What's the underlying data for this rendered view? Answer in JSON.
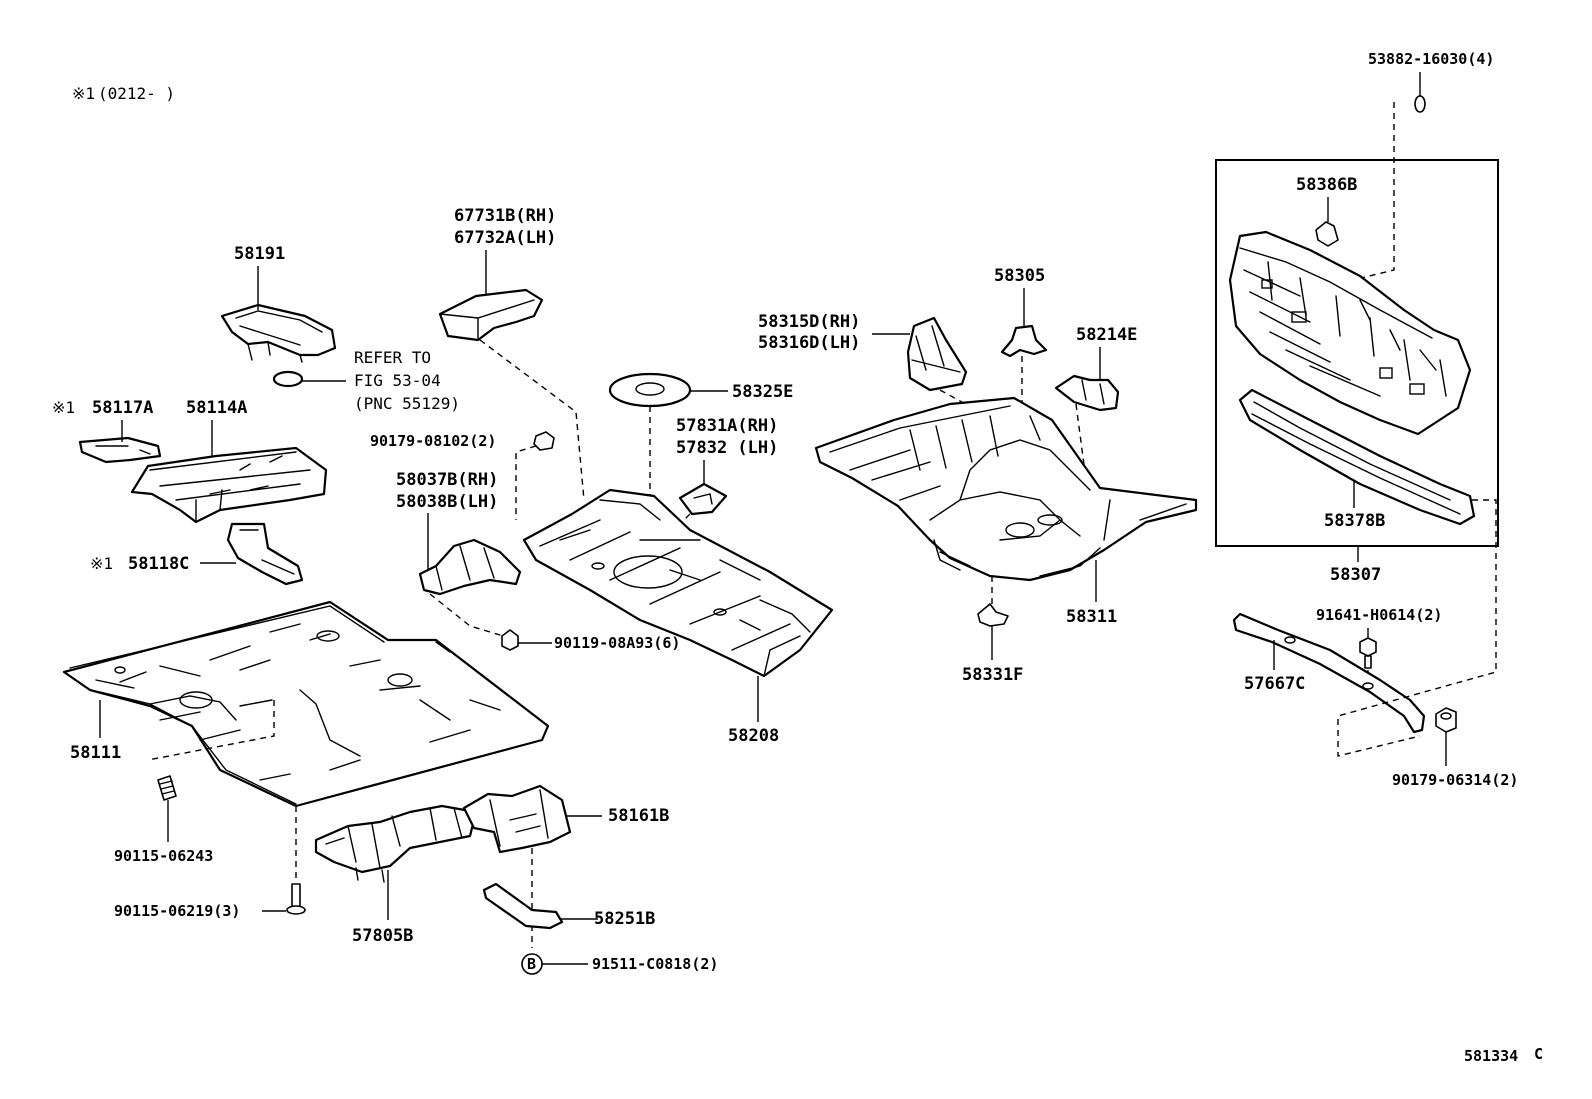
{
  "note": {
    "mark": "※1",
    "text": "(0212-    )"
  },
  "labels": {
    "p58191": "58191",
    "refer_line1": "REFER TO",
    "refer_line2": "FIG 53-04",
    "refer_line3": "(PNC 55129)",
    "p58117A": "58117A",
    "p58114A": "58114A",
    "p58118C": "58118C",
    "mark": "※1",
    "p58111": "58111",
    "p90115_06243": "90115-06243",
    "p90115_06219": "90115-06219(3)",
    "p57805B": "57805B",
    "p58161B": "58161B",
    "p58251B": "58251B",
    "p91511": "91511-C0818(2)",
    "b_circle": "B",
    "p67731B": "67731B(RH)",
    "p67732A": "67732A(LH)",
    "p90179_08102": "90179-08102(2)",
    "p58037B": "58037B(RH)",
    "p58038B": "58038B(LH)",
    "p90119": "90119-08A93(6)",
    "p58325E": "58325E",
    "p57831A": "57831A(RH)",
    "p57832": "57832  (LH)",
    "p58208": "58208",
    "p58315D": "58315D(RH)",
    "p58316D": "58316D(LH)",
    "p58305": "58305",
    "p58214E": "58214E",
    "p58311": "58311",
    "p58331F": "58331F",
    "p53882": "53882-16030(4)",
    "p58386B": "58386B",
    "p58378B": "58378B",
    "p58307": "58307",
    "p91641": "91641-H0614(2)",
    "p57667C": "57667C",
    "p90179_06314": "90179-06314(2)",
    "fig_code": "581334",
    "fig_suffix": "C"
  }
}
